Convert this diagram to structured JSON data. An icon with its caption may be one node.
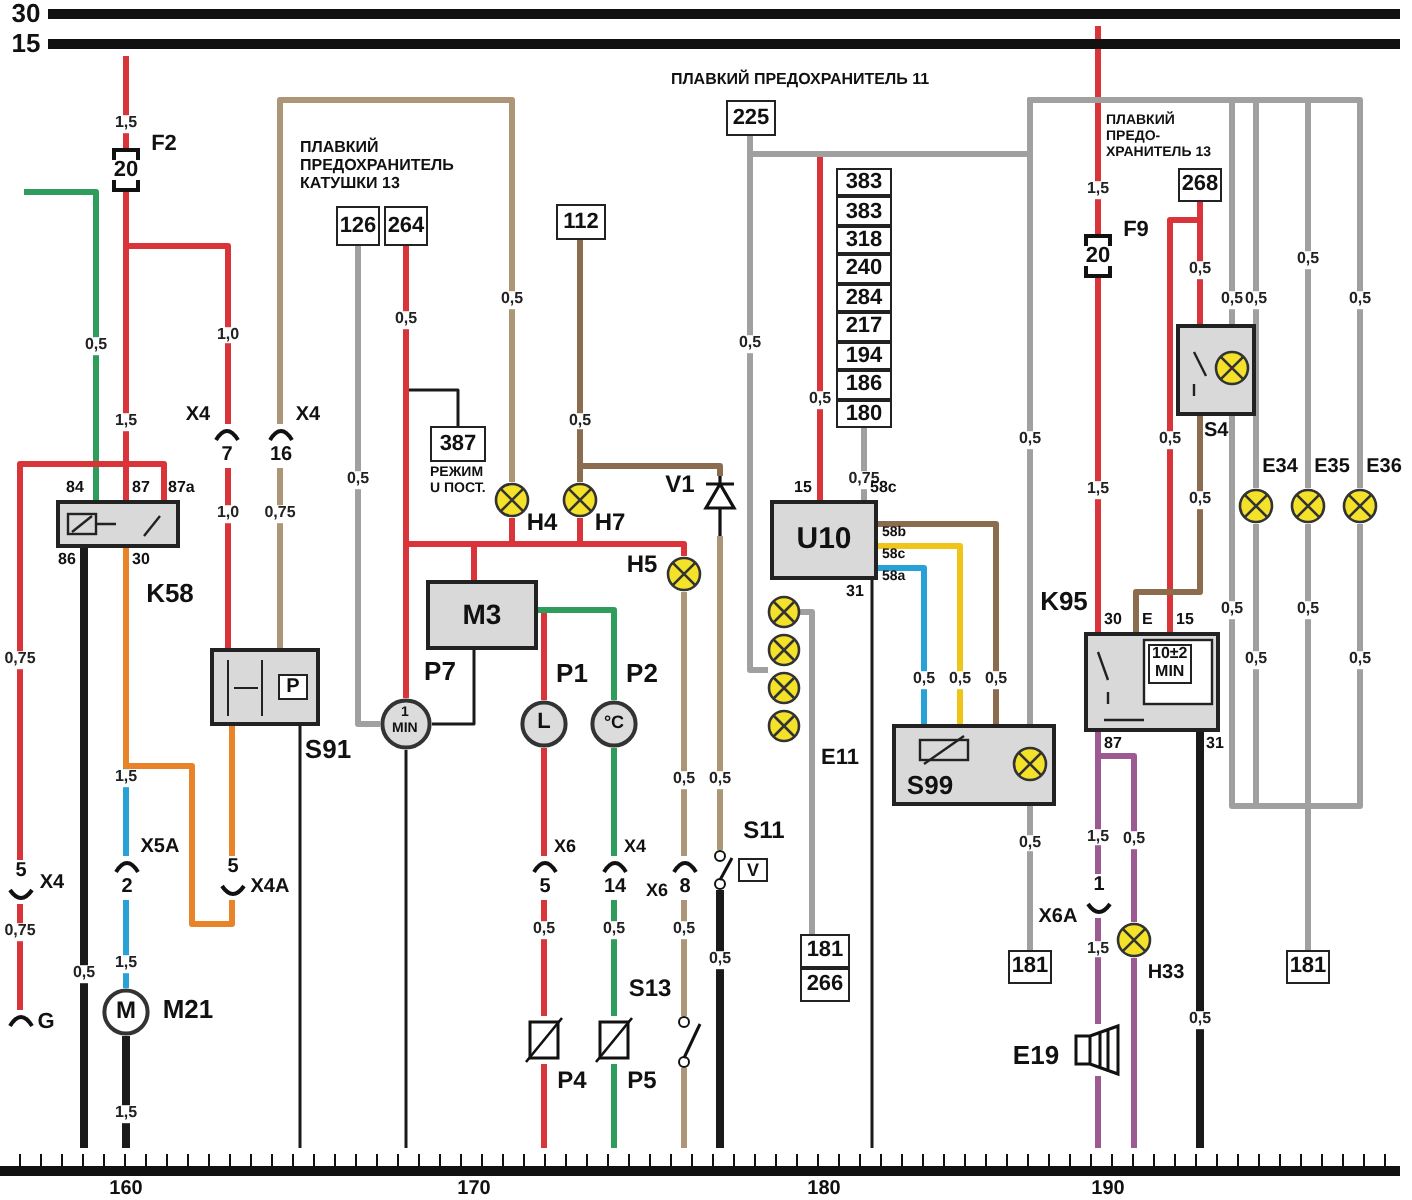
{
  "diagram": {
    "nodes": [
      {
        "text": [
          "30"
        ]
      },
      {
        "text": [
          "15"
        ]
      },
      {
        "text": [],
        "shape": "bar",
        "beside": [
          "160",
          "170",
          "180",
          "190"
        ]
      },
      {
        "text": [
          "F2",
          "20"
        ]
      },
      {
        "text": [
          "K58"
        ]
      },
      {
        "text": [
          "P",
          "S91"
        ]
      },
      {
        "text": [
          "M",
          "M21"
        ]
      },
      {
        "text": [
          "M3"
        ]
      },
      {
        "text": [
          "1 MIN",
          "P7"
        ]
      },
      {
        "text": [
          "H4"
        ]
      },
      {
        "text": [
          "H7"
        ]
      },
      {
        "text": [
          "H5"
        ]
      },
      {
        "text": [
          "V1"
        ]
      },
      {
        "text": [
          "U10"
        ]
      },
      {
        "text": [
          "E11"
        ]
      },
      {
        "text": [
          "S99"
        ]
      },
      {
        "text": [
          "10±2 MIN",
          "K95"
        ]
      },
      {
        "text": [
          "S4"
        ]
      },
      {
        "text": [
          "E34"
        ]
      },
      {
        "text": [
          "E35"
        ]
      },
      {
        "text": [
          "E36"
        ]
      },
      {
        "text": [
          "H33"
        ]
      },
      {
        "text": [
          "E19"
        ]
      },
      {
        "text": [
          "L",
          "P1"
        ]
      },
      {
        "text": [
          "°C",
          "P2"
        ]
      },
      {
        "text": [
          "P4"
        ]
      },
      {
        "text": [
          "P5"
        ]
      },
      {
        "text": [
          "S13"
        ]
      },
      {
        "text": [
          "S11",
          "V"
        ]
      },
      {
        "text": [
          "126"
        ]
      },
      {
        "text": [
          "264"
        ]
      },
      {
        "text": [
          "387"
        ],
        "beside": [
          "РЕЖИМ U ПОСТ."
        ]
      },
      {
        "text": [
          "112"
        ]
      },
      {
        "text": [
          "225"
        ],
        "beside": [
          "ПЛАВКИЙ ПРЕДОХРАНИТЕЛЬ 11"
        ]
      },
      {
        "text": [
          "383",
          "383",
          "318",
          "240",
          "284",
          "217",
          "194",
          "186",
          "180"
        ]
      },
      {
        "text": [
          "268"
        ],
        "beside": [
          "ПЛАВКИЙ ПРЕДО- ХРАНИТЕЛЬ 13"
        ]
      },
      {
        "text": [
          "181",
          "266"
        ]
      },
      {
        "text": [
          "181"
        ]
      },
      {
        "text": [
          "181"
        ]
      },
      {
        "text": [
          "F9",
          "20"
        ]
      },
      {
        "text": [
          "X4",
          "7"
        ]
      },
      {
        "text": [
          "X4",
          "16"
        ]
      },
      {
        "text": [
          "X4",
          "5"
        ]
      },
      {
        "text": [
          "G"
        ]
      },
      {
        "text": [
          "X5A",
          "2"
        ]
      },
      {
        "text": [
          "X4A",
          "5"
        ]
      },
      {
        "text": [
          "X6",
          "5"
        ]
      },
      {
        "text": [
          "X4",
          "14"
        ]
      },
      {
        "text": [
          "X6",
          "8"
        ]
      },
      {
        "text": [
          "X6A",
          "1"
        ]
      }
    ],
    "edges": [
      {
        "from": 1,
        "to": 3,
        "arrow": "none",
        "label": "1,5",
        "color": "#d8343a"
      },
      {
        "from": 3,
        "to": 4,
        "arrow": "none",
        "label": "1,5",
        "color": "#d8343a"
      },
      {
        "from": 3,
        "to": 40,
        "arrow": "none",
        "label": "1,0",
        "color": "#d8343a"
      },
      {
        "from": 40,
        "to": 5,
        "arrow": "none",
        "label": "1,0",
        "color": "#d8343a"
      },
      {
        "from": null,
        "to": 4,
        "arrow": "none",
        "label": "0,5",
        "color": "#2e9c5a"
      },
      {
        "from": 9,
        "to": 41,
        "arrow": "none",
        "label": "0,5",
        "color": "#ad9577"
      },
      {
        "from": 41,
        "to": 5,
        "arrow": "none",
        "label": "0,75",
        "color": "#ad9577"
      },
      {
        "from": 4,
        "to": 2,
        "arrow": "none",
        "label": "0,5",
        "color": "#1a1a1a"
      },
      {
        "from": 4,
        "to": 44,
        "arrow": "none",
        "label": "1,5",
        "color": "#27a1d6"
      },
      {
        "from": 44,
        "to": 6,
        "arrow": "none",
        "label": "1,5",
        "color": "#27a1d6"
      },
      {
        "from": 6,
        "to": 2,
        "arrow": "none",
        "label": "1,5",
        "color": "#1a1a1a"
      },
      {
        "from": 4,
        "to": 42,
        "arrow": "none",
        "label": "0,75",
        "color": "#d8343a"
      },
      {
        "from": 42,
        "to": 43,
        "arrow": "none",
        "label": "0,75",
        "color": "#d8343a"
      },
      {
        "from": 4,
        "to": 45,
        "arrow": "none",
        "color": "#e8832a"
      },
      {
        "from": 5,
        "to": 45,
        "arrow": "none",
        "color": "#e8832a"
      },
      {
        "from": 5,
        "to": 2,
        "arrow": "none",
        "color": "#1a1a1a"
      },
      {
        "from": 30,
        "to": 8,
        "arrow": "none",
        "label": "0,5",
        "color": "#d8343a"
      },
      {
        "from": 29,
        "to": 8,
        "arrow": "none",
        "label": "0,5",
        "color": "#a0a0a0"
      },
      {
        "from": 30,
        "to": 31,
        "arrow": "none",
        "color": "#1a1a1a"
      },
      {
        "from": 30,
        "to": 7,
        "arrow": "none",
        "color": "#d8343a"
      },
      {
        "from": 30,
        "to": 9,
        "arrow": "none",
        "color": "#d8343a"
      },
      {
        "from": 30,
        "to": 10,
        "arrow": "none",
        "color": "#d8343a"
      },
      {
        "from": 30,
        "to": 11,
        "arrow": "none",
        "color": "#d8343a"
      },
      {
        "from": 32,
        "to": 10,
        "arrow": "none",
        "label": "0,5",
        "color": "#8b6c4f"
      },
      {
        "from": 32,
        "to": 12,
        "arrow": "none",
        "color": "#8b6c4f"
      },
      {
        "from": 12,
        "to": 28,
        "arrow": "none",
        "label": "0,5",
        "color": "#ad9577"
      },
      {
        "from": 11,
        "to": 48,
        "arrow": "none",
        "label": "0,5",
        "color": "#ad9577"
      },
      {
        "from": 33,
        "to": 14,
        "arrow": "none",
        "label": "0,5",
        "color": "#a0a0a0"
      },
      {
        "from": 33,
        "to": 13,
        "arrow": "none",
        "label": "0,5",
        "color": "#d8343a"
      },
      {
        "from": 34,
        "to": 13,
        "arrow": "none",
        "label": "0,75",
        "color": "#a0a0a0"
      },
      {
        "from": 13,
        "to": 15,
        "arrow": "none",
        "label": "0,5",
        "color": "#27a1d6"
      },
      {
        "from": 13,
        "to": 15,
        "arrow": "none",
        "label": "0,5",
        "color": "#f0c419"
      },
      {
        "from": 13,
        "to": 15,
        "arrow": "none",
        "label": "0,5",
        "color": "#8b6c4f"
      },
      {
        "from": 13,
        "to": 2,
        "arrow": "none",
        "color": "#1a1a1a"
      },
      {
        "from": 14,
        "to": 36,
        "arrow": "none",
        "color": "#a0a0a0"
      },
      {
        "from": 33,
        "to": 15,
        "arrow": "none",
        "label": "0,5",
        "color": "#a0a0a0"
      },
      {
        "from": 15,
        "to": 37,
        "arrow": "none",
        "label": "0,5",
        "color": "#a0a0a0"
      },
      {
        "from": 0,
        "to": 39,
        "arrow": "none",
        "label": "1,5",
        "color": "#d8343a"
      },
      {
        "from": 39,
        "to": 16,
        "arrow": "none",
        "label": "1,5",
        "color": "#d8343a"
      },
      {
        "from": 35,
        "to": 17,
        "arrow": "none",
        "label": "0,5",
        "color": "#d8343a"
      },
      {
        "from": 35,
        "to": 16,
        "arrow": "none",
        "label": "0,5",
        "color": "#d8343a"
      },
      {
        "from": 17,
        "to": 16,
        "arrow": "none",
        "label": "0,5",
        "color": "#8b6c4f"
      },
      {
        "from": 33,
        "to": 17,
        "arrow": "none",
        "label": "0,5",
        "color": "#a0a0a0"
      },
      {
        "from": 33,
        "to": 18,
        "arrow": "none",
        "label": "0,5",
        "color": "#a0a0a0"
      },
      {
        "from": 33,
        "to": 19,
        "arrow": "none",
        "label": "0,5",
        "color": "#a0a0a0"
      },
      {
        "from": 33,
        "to": 20,
        "arrow": "none",
        "label": "0,5",
        "color": "#a0a0a0"
      },
      {
        "from": 17,
        "to": 38,
        "arrow": "none",
        "label": "0,5",
        "color": "#a0a0a0"
      },
      {
        "from": 18,
        "to": 38,
        "arrow": "none",
        "label": "0,5",
        "color": "#a0a0a0"
      },
      {
        "from": 19,
        "to": 38,
        "arrow": "none",
        "label": "0,5",
        "color": "#a0a0a0"
      },
      {
        "from": 20,
        "to": 38,
        "arrow": "none",
        "label": "0,5",
        "color": "#a0a0a0"
      },
      {
        "from": 16,
        "to": 49,
        "arrow": "none",
        "label": "1,5",
        "color": "#9b5a92"
      },
      {
        "from": 49,
        "to": 22,
        "arrow": "none",
        "label": "1,5",
        "color": "#9b5a92"
      },
      {
        "from": 22,
        "to": 2,
        "arrow": "none",
        "color": "#9b5a92"
      },
      {
        "from": 16,
        "to": 21,
        "arrow": "none",
        "label": "0,5",
        "color": "#9b5a92"
      },
      {
        "from": 21,
        "to": 2,
        "arrow": "none",
        "color": "#9b5a92"
      },
      {
        "from": 16,
        "to": 2,
        "arrow": "none",
        "label": "0,5",
        "color": "#1a1a1a"
      },
      {
        "from": 8,
        "to": 2,
        "arrow": "none",
        "color": "#1a1a1a"
      },
      {
        "from": 8,
        "to": 7,
        "arrow": "none",
        "color": "#1a1a1a"
      },
      {
        "from": 7,
        "to": 23,
        "arrow": "none",
        "color": "#d8343a"
      },
      {
        "from": 7,
        "to": 24,
        "arrow": "none",
        "color": "#2e9c5a"
      },
      {
        "from": 23,
        "to": 46,
        "arrow": "none",
        "color": "#d8343a"
      },
      {
        "from": 46,
        "to": 25,
        "arrow": "none",
        "label": "0,5",
        "color": "#d8343a"
      },
      {
        "from": 25,
        "to": 2,
        "arrow": "none",
        "color": "#d8343a"
      },
      {
        "from": 24,
        "to": 47,
        "arrow": "none",
        "color": "#2e9c5a"
      },
      {
        "from": 47,
        "to": 26,
        "arrow": "none",
        "label": "0,5",
        "color": "#2e9c5a"
      },
      {
        "from": 26,
        "to": 2,
        "arrow": "none",
        "color": "#2e9c5a"
      },
      {
        "from": 48,
        "to": 27,
        "arrow": "none",
        "label": "0,5",
        "color": "#ad9577"
      },
      {
        "from": 27,
        "to": 2,
        "arrow": "none",
        "color": "#ad9577"
      },
      {
        "from": 28,
        "to": 2,
        "arrow": "none",
        "label": "0,5",
        "color": "#1a1a1a"
      }
    ],
    "labels": [
      "ПЛАВКИЙ ПРЕДОХРАНИТЕЛЬ КАТУШКИ 13",
      "84",
      "87",
      "87a",
      "86",
      "30",
      "15",
      "58c",
      "58b",
      "58c",
      "58a",
      "31",
      "30",
      "E",
      "15",
      "87",
      "31"
    ]
  }
}
